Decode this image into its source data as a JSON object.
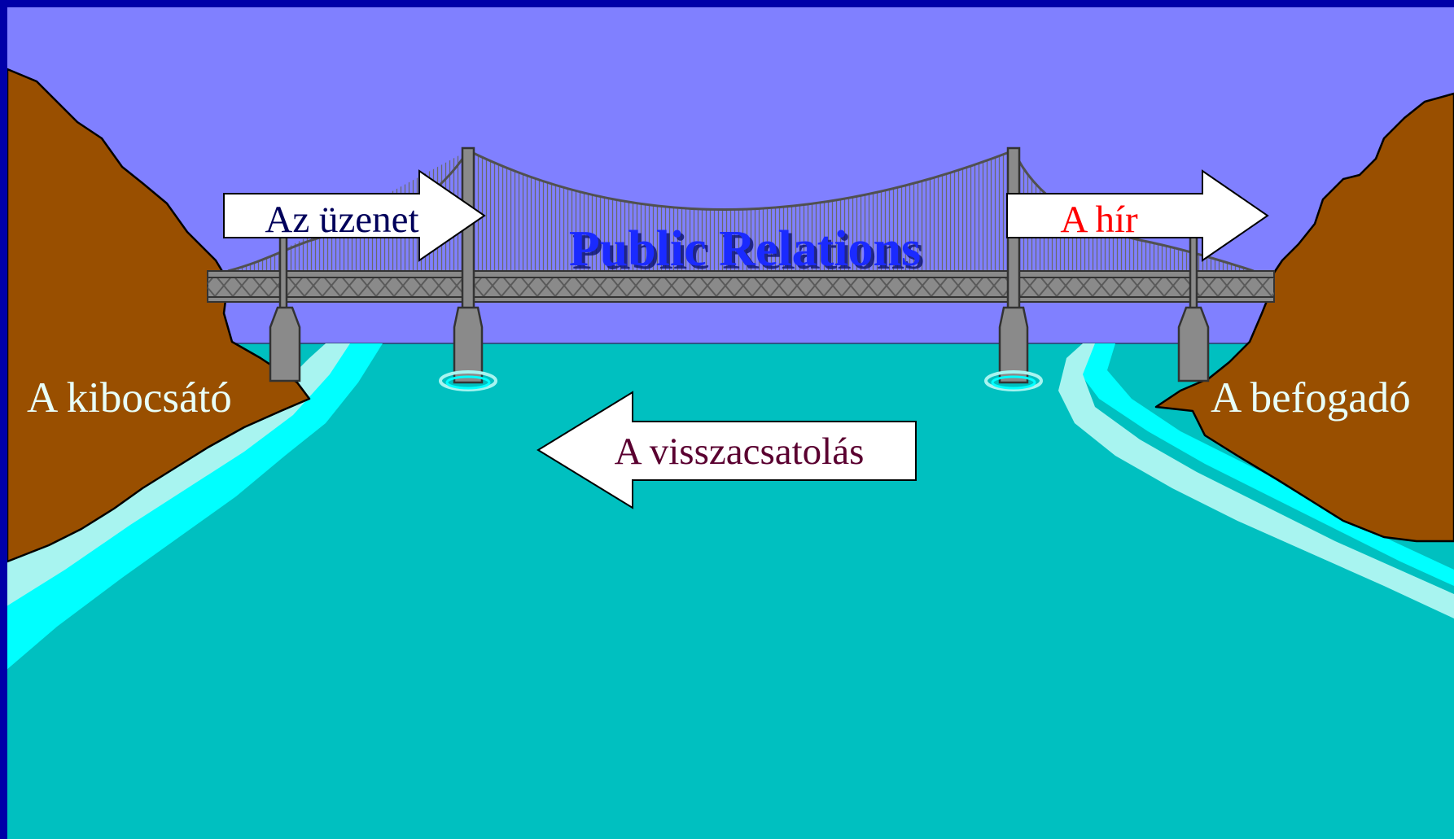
{
  "diagram": {
    "title": "Public Relations",
    "sender": "A kibocsátó",
    "receiver": "A befogadó",
    "message": "Az üzenet",
    "news": "A hír",
    "feedback": "A visszacsatolás"
  },
  "colors": {
    "sky": "#8080ff",
    "water": "#00c0c0",
    "water_light": "#00ffff",
    "water_pale": "#a8f4f0",
    "cliff": "#994f00",
    "bridge": "#808080",
    "frame": "#0000a8",
    "title": "#1a2aff",
    "message_text": "#00005a",
    "news_text": "#ff0000",
    "feedback_text": "#5a0030",
    "side_text": "#e8fff8"
  }
}
